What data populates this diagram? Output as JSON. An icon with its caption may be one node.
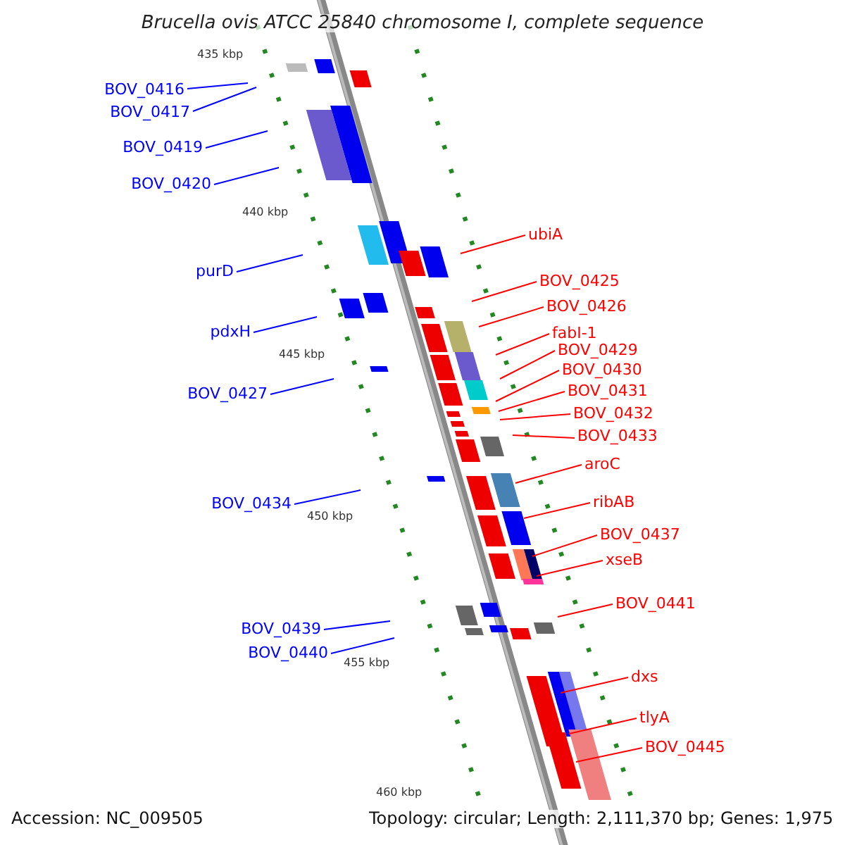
{
  "diagram": {
    "title": "Brucella ovis ATCC 25840 chromosome I, complete sequence",
    "nodes": [
      {
        "text": [
          "BOV_0416"
        ]
      },
      {
        "text": [
          "BOV_0417"
        ]
      },
      {
        "text": [
          "BOV_0419"
        ]
      },
      {
        "text": [
          "BOV_0420"
        ]
      },
      {
        "text": [
          "ubiA"
        ]
      },
      {
        "text": [
          "purD"
        ]
      },
      {
        "text": [
          "BOV_0425"
        ]
      },
      {
        "text": [
          "BOV_0426"
        ]
      },
      {
        "text": [
          "pdxH"
        ]
      },
      {
        "text": [
          "fabI-1"
        ]
      },
      {
        "text": [
          "BOV_0429"
        ]
      },
      {
        "text": [
          "BOV_0430"
        ]
      },
      {
        "text": [
          "BOV_0431"
        ]
      },
      {
        "text": [
          "BOV_0427"
        ]
      },
      {
        "text": [
          "BOV_0432"
        ]
      },
      {
        "text": [
          "BOV_0433"
        ]
      },
      {
        "text": [
          "aroC"
        ]
      },
      {
        "text": [
          "ribAB"
        ]
      },
      {
        "text": [
          "BOV_0434"
        ]
      },
      {
        "text": [
          "BOV_0437"
        ]
      },
      {
        "text": [
          "xseB"
        ]
      },
      {
        "text": [
          "BOV_0441"
        ]
      },
      {
        "text": [
          "BOV_0439"
        ]
      },
      {
        "text": [
          "BOV_0440"
        ]
      },
      {
        "text": [
          "dxs"
        ]
      },
      {
        "text": [
          "tlyA"
        ]
      },
      {
        "text": [
          "BOV_0445"
        ]
      }
    ],
    "edges": [
      {
        "from": 0,
        "to": null,
        "arrow": "none",
        "color": "#0000ff"
      },
      {
        "from": 1,
        "to": null,
        "arrow": "none",
        "color": "#0000ff"
      },
      {
        "from": 2,
        "to": null,
        "arrow": "none",
        "color": "#0000ff"
      },
      {
        "from": 3,
        "to": null,
        "arrow": "none",
        "color": "#0000ff"
      },
      {
        "from": 4,
        "to": null,
        "arrow": "none"
      },
      {
        "from": 5,
        "to": null,
        "arrow": "none",
        "color": "#0000ff"
      },
      {
        "from": 6,
        "to": null,
        "arrow": "none"
      },
      {
        "from": 7,
        "to": null,
        "arrow": "none"
      },
      {
        "from": 8,
        "to": null,
        "arrow": "none",
        "color": "#0000ff"
      },
      {
        "from": 9,
        "to": null,
        "arrow": "none"
      },
      {
        "from": 10,
        "to": null,
        "arrow": "none"
      },
      {
        "from": 11,
        "to": null,
        "arrow": "none"
      },
      {
        "from": 12,
        "to": null,
        "arrow": "none"
      },
      {
        "from": 13,
        "to": null,
        "arrow": "none",
        "color": "#0000ff"
      },
      {
        "from": 14,
        "to": null,
        "arrow": "none"
      },
      {
        "from": 15,
        "to": null,
        "arrow": "none"
      },
      {
        "from": 16,
        "to": null,
        "arrow": "none"
      },
      {
        "from": 17,
        "to": null,
        "arrow": "none"
      },
      {
        "from": 18,
        "to": null,
        "arrow": "none",
        "color": "#0000ff"
      },
      {
        "from": 19,
        "to": null,
        "arrow": "none"
      },
      {
        "from": 20,
        "to": null,
        "arrow": "none"
      },
      {
        "from": 21,
        "to": null,
        "arrow": "none"
      },
      {
        "from": 22,
        "to": null,
        "arrow": "none",
        "color": "#0000ff"
      },
      {
        "from": 23,
        "to": null,
        "arrow": "none",
        "color": "#0000ff"
      },
      {
        "from": 24,
        "to": null,
        "arrow": "none"
      },
      {
        "from": 25,
        "to": null,
        "arrow": "none"
      },
      {
        "from": 26,
        "to": null,
        "arrow": "none"
      }
    ],
    "labels": [
      "435 kbp",
      "440 kbp",
      "445 kbp",
      "450 kbp",
      "455 kbp",
      "460 kbp",
      "Accession: NC_009505",
      "Topology: circular; Length: 2,111,370 bp; Genes: 1,975"
    ]
  }
}
